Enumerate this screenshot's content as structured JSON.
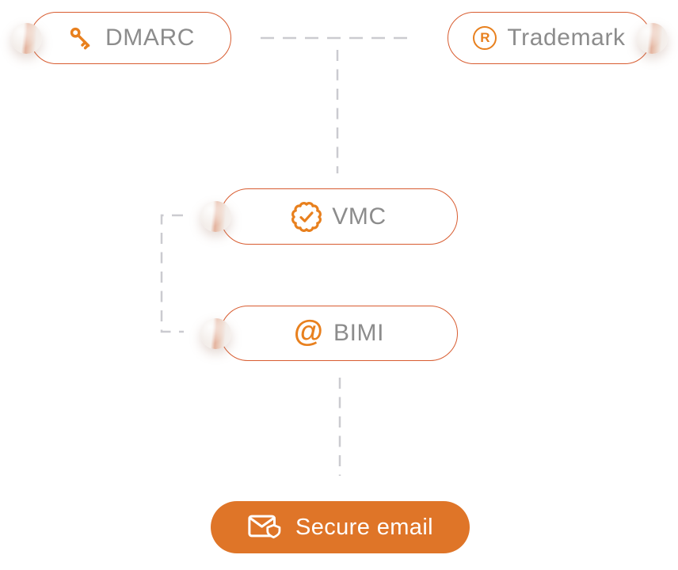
{
  "page": {
    "background": "#FFFFFF"
  },
  "colors": {
    "icon_orange": "#E8801E",
    "pill_border_orange": "#D85C30",
    "button_orange": "#DF7528",
    "label_gray": "#8C8C8C",
    "connector_gray": "#CBCBD0",
    "button_text_white": "#FFFFFF",
    "sphere_beige": "#F3EDE9",
    "sphere_stripe_salmon": "#E4B39E"
  },
  "nodes": {
    "dmarc": {
      "label": "DMARC",
      "icon": "key-icon"
    },
    "trademark": {
      "label": "Trademark",
      "icon": "registered-trademark-icon"
    },
    "vmc": {
      "label": "VMC",
      "icon": "verified-badge-icon"
    },
    "bimi": {
      "label": "BIMI",
      "icon": "at-sign-icon"
    },
    "secure_email": {
      "label": "Secure email",
      "icon": "envelope-shield-icon"
    }
  },
  "glyphs": {
    "at_sign": "@",
    "registered_letter": "R"
  },
  "edges": [
    {
      "from": "dmarc",
      "to": "vmc",
      "style": "dashed"
    },
    {
      "from": "trademark",
      "to": "vmc",
      "style": "dashed"
    },
    {
      "from": "vmc",
      "to": "bimi",
      "style": "dashed"
    },
    {
      "from": "bimi",
      "to": "secure_email",
      "style": "dashed"
    }
  ]
}
